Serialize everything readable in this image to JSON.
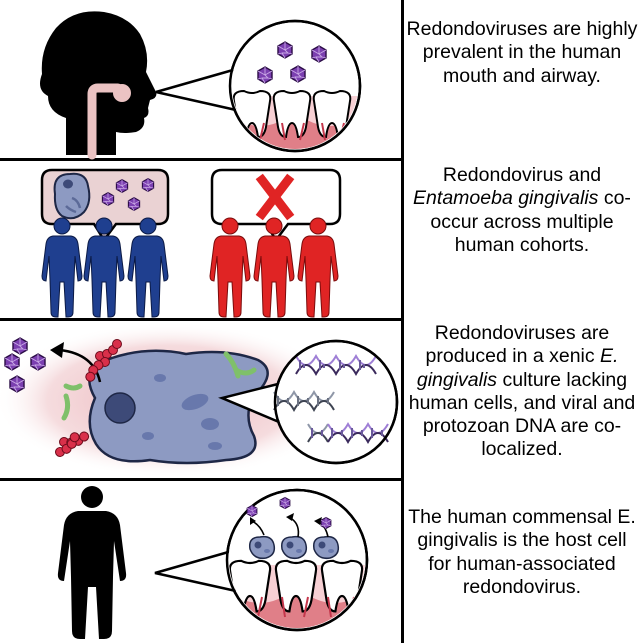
{
  "captions": {
    "panel1": {
      "text": "Redondoviruses are highly prevalent in the human mouth and airway."
    },
    "panel2": {
      "part1": "Redondovirus and ",
      "italic": "Entamoeba gingivalis",
      "part2": " co-occur across multiple human cohorts."
    },
    "panel3": {
      "part1": "Redondoviruses are produced in a xenic ",
      "italic": "E. gingivalis",
      "part2": " culture lacking human cells, and viral and protozoan DNA are co-localized."
    },
    "panel4": {
      "text": "The human commensal E. gingivalis is the host cell for human-associated redondovirus."
    }
  },
  "colors": {
    "virus": "#7b3fb0",
    "positive_people": "#1f3f8f",
    "negative_people": "#e02424",
    "x_mark": "#e02424",
    "gum": "#e07f88",
    "amoeba": "#8d9ac2",
    "bacteria_red": "#d9304a",
    "bacteria_green": "#7fc06a",
    "dna_purple": "#9f7fd6",
    "dna_gray": "#8f97a8",
    "amoeba_halo": "#e8a9b0"
  },
  "icons": [
    "head-silhouette-icon",
    "body-silhouette-icon",
    "virus-icon",
    "tooth-icon",
    "amoeba-icon",
    "dna-helix-icon",
    "x-mark-icon",
    "bacteria-icon"
  ]
}
